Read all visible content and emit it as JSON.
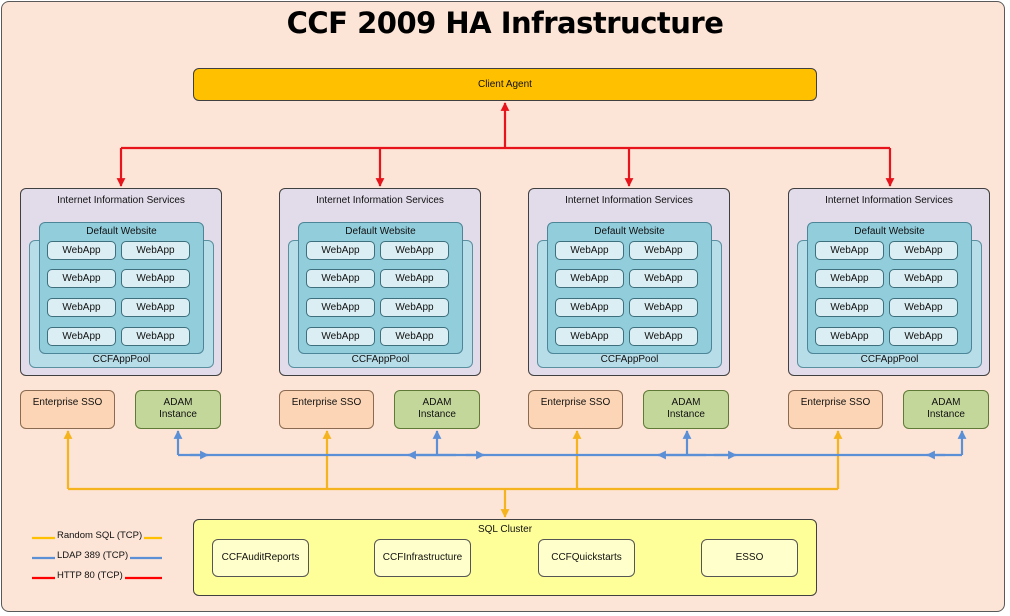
{
  "title": "CCF 2009 HA Infrastructure",
  "client_agent": "Client Agent",
  "server": {
    "iis_label": "Internet Information Services",
    "site_label": "Default Website",
    "pool_label": "CCFAppPool",
    "webapp_label": "WebApp",
    "sso_label": "Enterprise SSO",
    "adam_label": "ADAM\nInstance"
  },
  "sql": {
    "label": "SQL Cluster",
    "databases": [
      "CCFAuditReports",
      "CCFInfrastructure",
      "CCFQuickstarts",
      "ESSO"
    ]
  },
  "legend": [
    {
      "label": "Random SQL (TCP)",
      "color": "#ffc000"
    },
    {
      "label": "LDAP 389 (TCP)",
      "color": "#5b8fd6"
    },
    {
      "label": "HTTP 80 (TCP)",
      "color": "#ff0000"
    }
  ],
  "colors": {
    "sql_line": "#f5b31d",
    "ldap_line": "#5b8fd6",
    "http_line": "#e8141b"
  }
}
